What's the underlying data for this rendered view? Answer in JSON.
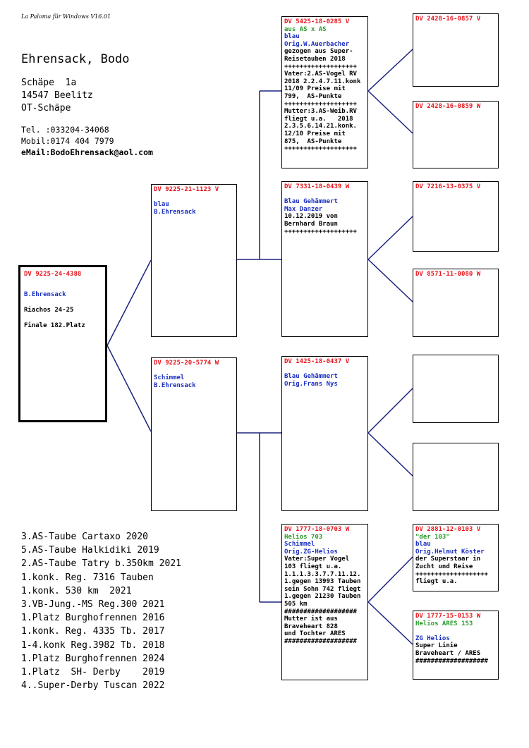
{
  "software": "La Paloma für Windows V16.01",
  "owner": {
    "name": "Ehrensack, Bodo",
    "street": "Schäpe  1a",
    "city": "14547 Beelitz",
    "district": "OT-Schäpe",
    "tel": "Tel. :033204-34068",
    "mobil": "Mobil:0174 404 7979",
    "email": "eMail:BodoEhrensack@aol.com"
  },
  "main_bird": {
    "ring": "DV 9225-24-4388",
    "breeder": "B.Ehrensack",
    "line2": "Riachos 24-25",
    "line3": "Finale 182.Platz"
  },
  "father": {
    "lines": [
      {
        "t": "DV 9225-21-1123 V",
        "c": "red"
      },
      {
        "t": "",
        "c": "black"
      },
      {
        "t": "blau",
        "c": "blue"
      },
      {
        "t": "B.Ehrensack",
        "c": "blue"
      }
    ]
  },
  "mother": {
    "lines": [
      {
        "t": "DV 9225-20-5774 W",
        "c": "red"
      },
      {
        "t": "",
        "c": "black"
      },
      {
        "t": "Schimmel",
        "c": "blue"
      },
      {
        "t": "B.Ehrensack",
        "c": "blue"
      }
    ]
  },
  "ff": {
    "lines": [
      {
        "t": "DV 5425-18-0285 V",
        "c": "red"
      },
      {
        "t": "aus AS x AS",
        "c": "green"
      },
      {
        "t": "blau",
        "c": "blue"
      },
      {
        "t": "Orig.W.Auerbacher",
        "c": "blue"
      },
      {
        "t": "gezogen aus Super-",
        "c": "black"
      },
      {
        "t": "Reisetauben 2018",
        "c": "black"
      },
      {
        "t": "+++++++++++++++++++",
        "c": "black"
      },
      {
        "t": "Vater:2.AS-Vogel RV",
        "c": "black"
      },
      {
        "t": "2018 2.2.4.7.11.konk",
        "c": "black"
      },
      {
        "t": "11/09 Preise mit",
        "c": "black"
      },
      {
        "t": "799,  AS-Punkte",
        "c": "black"
      },
      {
        "t": "+++++++++++++++++++",
        "c": "black"
      },
      {
        "t": "Mutter:3.AS-Weib.RV",
        "c": "black"
      },
      {
        "t": "fliegt u.a.   2018",
        "c": "black"
      },
      {
        "t": "2.3.5.6.14.21.konk.",
        "c": "black"
      },
      {
        "t": "12/10 Preise mit",
        "c": "black"
      },
      {
        "t": "875,  AS-Punkte",
        "c": "black"
      },
      {
        "t": "+++++++++++++++++++",
        "c": "black"
      }
    ]
  },
  "fm": {
    "lines": [
      {
        "t": "DV 7331-18-0439 W",
        "c": "red"
      },
      {
        "t": "",
        "c": "black"
      },
      {
        "t": "Blau Gehämmert",
        "c": "blue"
      },
      {
        "t": "Max Danzer",
        "c": "blue"
      },
      {
        "t": "10.12.2019 von",
        "c": "black"
      },
      {
        "t": "Bernhard Braun",
        "c": "black"
      },
      {
        "t": "+++++++++++++++++++",
        "c": "black"
      }
    ]
  },
  "mf": {
    "lines": [
      {
        "t": "DV 1425-18-0437 V",
        "c": "red"
      },
      {
        "t": "",
        "c": "black"
      },
      {
        "t": "Blau Gehämmert",
        "c": "blue"
      },
      {
        "t": "Orig.Frans Nys",
        "c": "blue"
      }
    ]
  },
  "mm": {
    "lines": [
      {
        "t": "DV 1777-18-0703 W",
        "c": "red"
      },
      {
        "t": "Helios 703",
        "c": "green"
      },
      {
        "t": "Schimmel",
        "c": "blue"
      },
      {
        "t": "Orig.ZG-Helios",
        "c": "blue"
      },
      {
        "t": "Vater:Super Vogel",
        "c": "black"
      },
      {
        "t": "103 fliegt u.a.",
        "c": "black"
      },
      {
        "t": "1.1.1.3.3.7.7.11.12.",
        "c": "black"
      },
      {
        "t": "1.gegen 13993 Tauben",
        "c": "black"
      },
      {
        "t": "sein Sohn 742 fliegt",
        "c": "black"
      },
      {
        "t": "1.gegen 21230 Tauben",
        "c": "black"
      },
      {
        "t": "505 km",
        "c": "black"
      },
      {
        "t": "###################",
        "c": "black"
      },
      {
        "t": "Mutter ist aus",
        "c": "black"
      },
      {
        "t": "Braveheart 828",
        "c": "black"
      },
      {
        "t": "und Tochter ARES",
        "c": "black"
      },
      {
        "t": "###################",
        "c": "black"
      }
    ]
  },
  "fff": {
    "lines": [
      {
        "t": "DV 2428-16-0857 V",
        "c": "red"
      }
    ]
  },
  "ffm": {
    "lines": [
      {
        "t": "DV 2428-16-0859 W",
        "c": "red"
      }
    ]
  },
  "fmf": {
    "lines": [
      {
        "t": "DV 7216-13-0375 V",
        "c": "red"
      }
    ]
  },
  "fmm": {
    "lines": [
      {
        "t": "DV 8571-11-0080 W",
        "c": "red"
      }
    ]
  },
  "mff": {
    "lines": []
  },
  "mfm": {
    "lines": []
  },
  "mmf": {
    "lines": [
      {
        "t": "DV 2881-12-0103 V",
        "c": "red"
      },
      {
        "t": "\"der 103\"",
        "c": "green"
      },
      {
        "t": "blau",
        "c": "blue"
      },
      {
        "t": "Orig.Helmut Köster",
        "c": "blue"
      },
      {
        "t": "der Superstaar in",
        "c": "black"
      },
      {
        "t": "Zucht und Reise",
        "c": "black"
      },
      {
        "t": "+++++++++++++++++++",
        "c": "black"
      },
      {
        "t": "fliegt u.a.",
        "c": "black"
      }
    ]
  },
  "mmm": {
    "lines": [
      {
        "t": "DV 1777-15-0153 W",
        "c": "red"
      },
      {
        "t": "Helios ARES 153",
        "c": "green"
      },
      {
        "t": "",
        "c": "black"
      },
      {
        "t": "ZG Helios",
        "c": "blue"
      },
      {
        "t": "Super Linie",
        "c": "black"
      },
      {
        "t": "Braveheart / ARES",
        "c": "black"
      },
      {
        "t": "###################",
        "c": "black"
      }
    ]
  },
  "achievements": [
    "3.AS-Taube Cartaxo 2020",
    "5.AS-Taube Halkidiki 2019",
    "2.AS-Taube Tatry b.350km 2021",
    "1.konk. Reg. 7316 Tauben",
    "1.konk. 530 km  2021",
    "3.VB-Jung.-MS Reg.300 2021",
    "1.Platz Burghofrennen 2016",
    "1.konk. Reg. 4335 Tb. 2017",
    "1-4.konk Reg.3982 Tb. 2018",
    "1.Platz Burghofrennen 2024",
    "1.Platz  SH- Derby    2019",
    "4..Super-Derby Tuscan 2022"
  ],
  "line_color": "#1a237e"
}
